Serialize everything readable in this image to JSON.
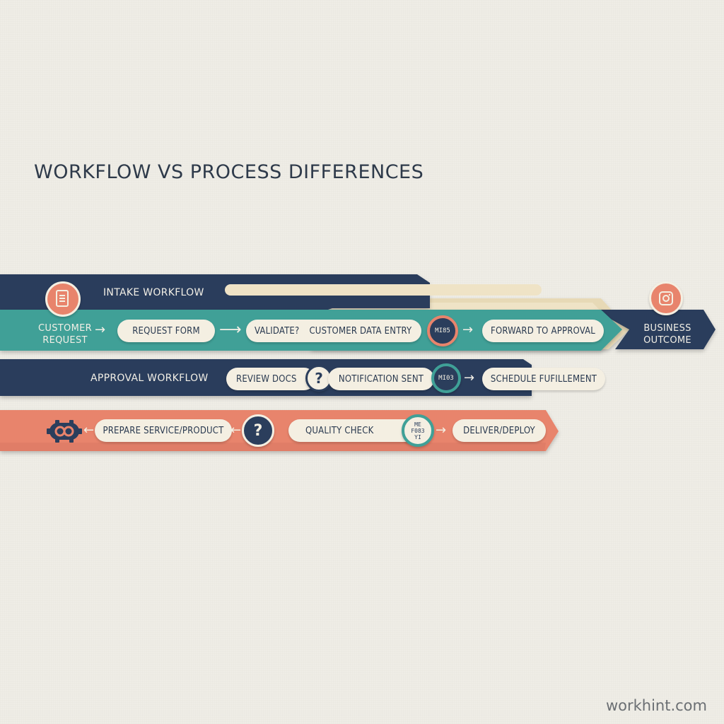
{
  "title": "WORKFLOW VS PROCESS DIFFERENCES",
  "watermark": "workhint.com",
  "colors": {
    "navy": "#2b3e5c",
    "teal": "#3fa097",
    "coral": "#e8846c",
    "cream": "#efe3c6",
    "pill": "#f4efe2"
  },
  "intake": {
    "label": "INTAKE WORKFLOW",
    "icon": "document-icon"
  },
  "main_flow": {
    "start": "CUSTOMER\nREQUEST",
    "steps": [
      "REQUEST FORM",
      "VALIDATE?",
      "CUSTOMER DATA ENTRY",
      "FORWARD TO APPROVAL"
    ],
    "badge_text": "MI85",
    "end_label": "BUSINESS\nOUTCOME",
    "end_icon": "camera-icon"
  },
  "approval": {
    "label": "APPROVAL WORKFLOW",
    "steps": [
      "REVIEW DOCS",
      "NOTIFICATION SENT",
      "SCHEDULE FUFILLEMENT"
    ],
    "question": "?",
    "badge_text": "MI03"
  },
  "fulfillment": {
    "icon": "gear-link-icon",
    "steps": [
      "PREPARE SERVICE/PRODUCT",
      "QUALITY CHECK",
      "DELIVER/DEPLOY"
    ],
    "question": "?",
    "badge_text": "ME\nF083\nYI"
  }
}
